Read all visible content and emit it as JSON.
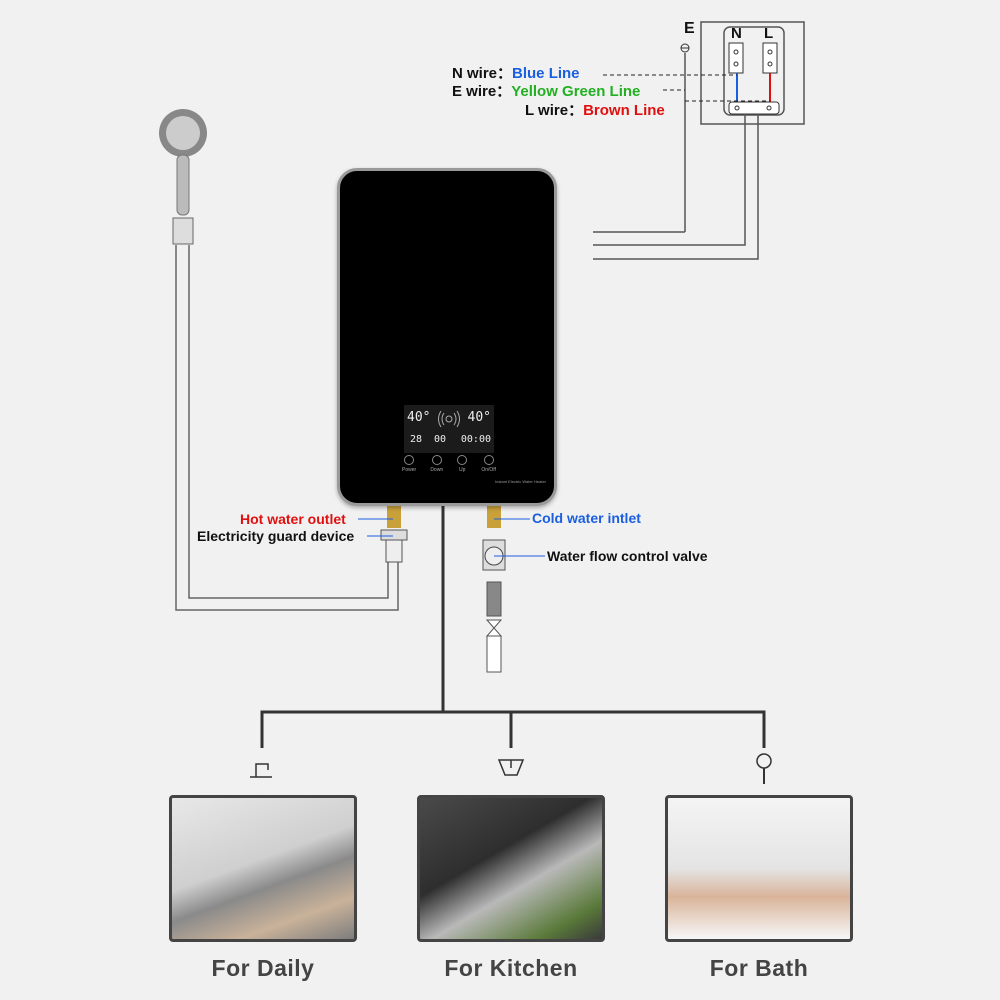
{
  "wiring": {
    "earth_label": "E",
    "terminal_n": "N",
    "terminal_l": "L",
    "n_wire": {
      "name": "N wire：",
      "color_name": "Blue Line",
      "color": "#1a5fe0"
    },
    "e_wire": {
      "name": "E wire：",
      "color_name": "Yellow Green Line",
      "color": "#22b022"
    },
    "l_wire": {
      "name": "L wire：",
      "color_name": "Brown Line",
      "color": "#e01010"
    }
  },
  "display": {
    "temp_left": "40°",
    "temp_right": "40°",
    "temp_small": "28",
    "flow": "00",
    "timer": "00:00",
    "buttons": [
      "Power",
      "Down",
      "Up",
      "On/Off"
    ],
    "product_name": "Instant Electric Water Heater"
  },
  "labels": {
    "hot_outlet": "Hot water outlet",
    "guard": "Electricity guard device",
    "cold_inlet": "Cold water intlet",
    "valve": "Water flow control valve"
  },
  "uses": [
    {
      "label": "For  Daily",
      "icon": "faucet-icon"
    },
    {
      "label": "For  Kitchen",
      "icon": "sink-icon"
    },
    {
      "label": "For  Bath",
      "icon": "shower-icon"
    }
  ]
}
